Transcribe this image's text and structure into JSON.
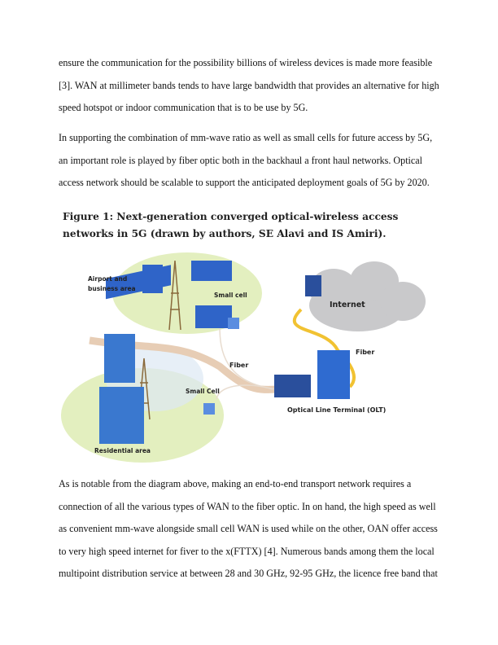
{
  "paragraphs": [
    {
      "lines": [
        "ensure the communication for the possibility billions of wireless devices is made more feasible",
        "[3]. WAN at millimeter bands tends to have large bandwidth that provides an alternative for high",
        "speed hotspot or indoor communication that is to be use by 5G."
      ]
    },
    {
      "lines": [
        "In supporting the combination of mm-wave ratio as well as small cells for future access by 5G,",
        "an important role is played by fiber optic both in the backhaul a front haul networks. Optical",
        "access network should be scalable to support the anticipated deployment goals of 5G by 2020."
      ]
    },
    {
      "lines": [
        "As is notable from the diagram above, making an end-to-end transport network requires a",
        "connection of all the various types of WAN to the fiber optic. In on hand, the high speed as well",
        "as convenient mm-wave alongside small cell WAN is used while on the other, OAN offer access",
        "to very high speed internet for fiver to the x(FTTX) [4]. Numerous bands among them the local",
        "multipoint distribution service at between 28 and 30 GHz, 92-95 GHz, the licence free band that"
      ]
    }
  ],
  "figure": {
    "caption_lines": [
      "Figure 1: Next-generation converged optical-wireless access",
      "networks in 5G (drawn by authors, SE Alavi and IS Amiri)."
    ],
    "labels": {
      "airport_1": "Airport and",
      "airport_2": "business area",
      "small_cell_top": "Small cell",
      "internet": "Internet",
      "fiber_right": "Fiber",
      "fiber_middle": "Fiber",
      "small_cell_bottom": "Small Cell",
      "olt": "Optical Line Terminal (OLT)",
      "residential": "Residential area"
    }
  }
}
